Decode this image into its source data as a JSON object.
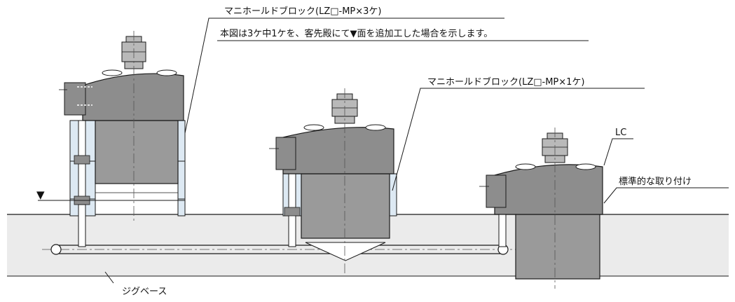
{
  "labels": {
    "manifold_3": "マニホールドブロック(LZ□-MP×3ケ)",
    "note": "本図は3ケ中1ケを、客先殿にて▼面を追加工した場合を示します。",
    "manifold_1": "マニホールドブロック(LZ□-MP×1ケ)",
    "lc": "LC",
    "standard_mounting": "標準的な取り付け",
    "jig_base": "ジグベース",
    "triangle_mark": "▼"
  },
  "colors": {
    "base_fill": "#ebebeb",
    "cylinder_fill": "#9a9a9a",
    "head_fill": "#8d8d8d",
    "nut_fill": "#b9b9b9",
    "spacer_fill": "#dde9f3",
    "line": "#1a1a1a",
    "centerline": "#555555"
  },
  "icons": {
    "triangle": "down-triangle-icon"
  }
}
